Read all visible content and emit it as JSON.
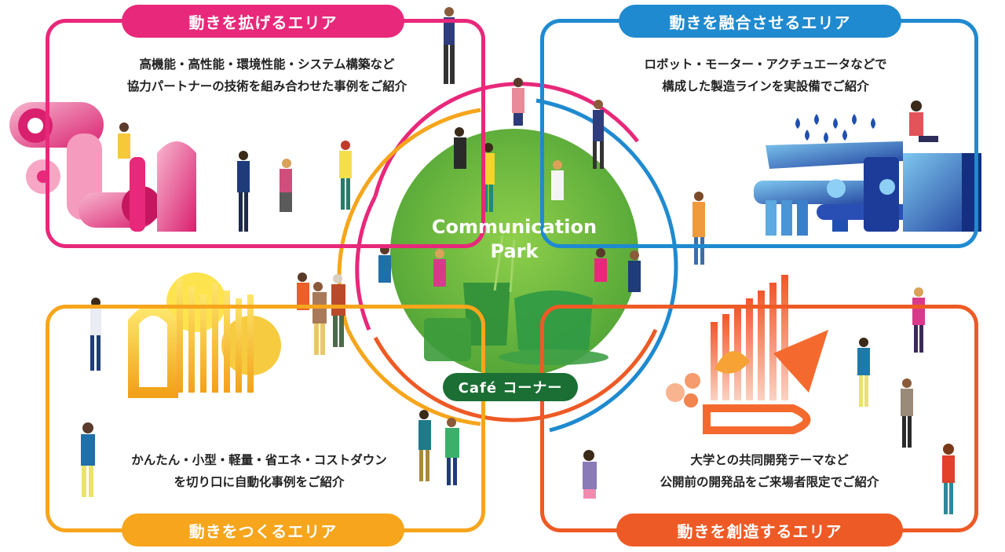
{
  "areas": {
    "top_left": {
      "title": "動きを拡げるエリア",
      "line1": "高機能・高性能・環境性能・システム構築など",
      "line2": "協力パートナーの技術を組み合わせた事例をご紹介",
      "color": "#e8287a"
    },
    "top_right": {
      "title": "動きを融合させるエリア",
      "line1": "ロボット・モーター・アクチュエータなどで",
      "line2": "構成した製造ラインを実設備でご紹介",
      "color": "#1f8ad0"
    },
    "bottom_left": {
      "title": "動きをつくるエリア",
      "line1": "かんたん・小型・軽量・省エネ・コストダウン",
      "line2": "を切り口に自動化事例をご紹介",
      "color": "#f6a51c"
    },
    "bottom_right": {
      "title": "動きを創造するエリア",
      "line1": "大学との共同開発テーマなど",
      "line2": "公開前の開発品をご来場者限定でご紹介",
      "color": "#ee5a25"
    }
  },
  "center": {
    "title_line1": "Communication",
    "title_line2": "Park",
    "cafe_label": "Café コーナー",
    "color": "#6cbb3c"
  }
}
